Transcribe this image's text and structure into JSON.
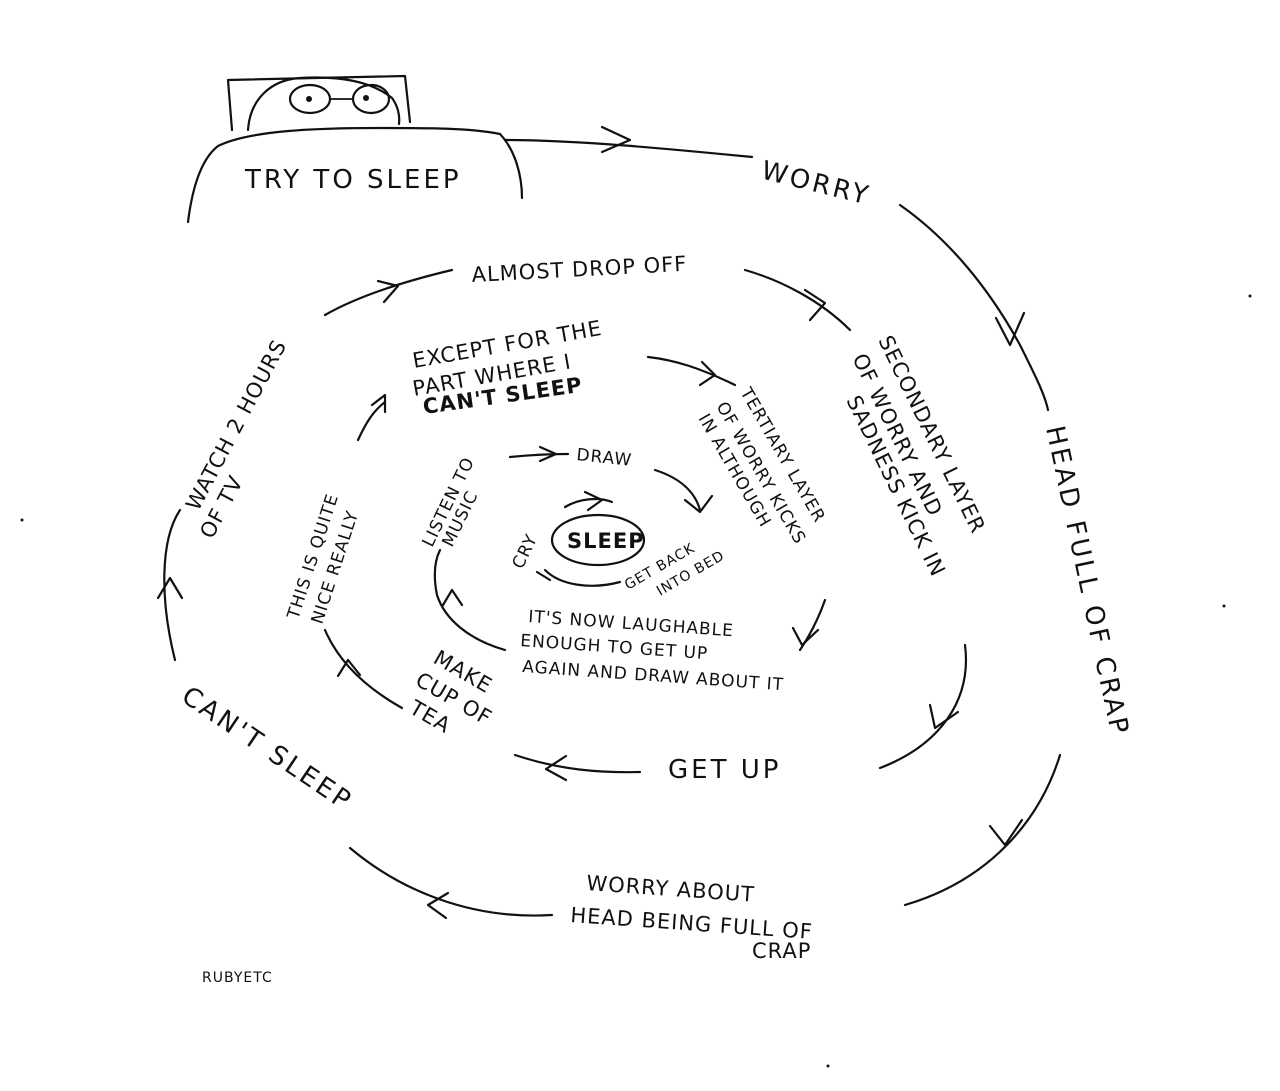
{
  "outer_loop": {
    "try_to_sleep": "TRY TO SLEEP",
    "worry": "WORRY",
    "head_full_of_crap": "HEAD FULL OF CRAP",
    "worry_about_line1": "WORRY ABOUT",
    "worry_about_line2": "HEAD BEING FULL OF",
    "worry_about_line3": "CRAP",
    "cant_sleep": "CAN'T SLEEP",
    "watch_tv_line1": "WATCH 2 HOURS",
    "watch_tv_line2": "OF TV"
  },
  "second_loop": {
    "almost_drop_off": "ALMOST DROP OFF",
    "secondary_line1": "SECONDARY LAYER",
    "secondary_line2": "OF WORRY AND",
    "secondary_line3": "SADNESS KICK IN",
    "get_up": "GET UP",
    "make_tea_line1": "MAKE",
    "make_tea_line2": "CUP OF",
    "make_tea_line3": "TEA",
    "nice_line1": "THIS IS QUITE",
    "nice_line2": "NICE REALLY",
    "except_line1": "EXCEPT FOR THE",
    "except_line2": "PART WHERE I",
    "except_line3": "CAN'T SLEEP"
  },
  "third_loop": {
    "tertiary_line1": "TERTIARY LAYER",
    "tertiary_line2": "OF WORRY KICKS",
    "tertiary_line3": "IN ALTHOUGH",
    "laughable_line1": "IT'S NOW LAUGHABLE",
    "laughable_line2": "ENOUGH TO GET UP",
    "laughable_line3": "AGAIN AND DRAW ABOUT IT",
    "listen_line1": "LISTEN TO",
    "listen_line2": "MUSIC",
    "draw": "DRAW"
  },
  "inner_loop": {
    "get_back_line1": "GET BACK",
    "get_back_line2": "INTO BED",
    "cry": "CRY",
    "sleep": "SLEEP"
  },
  "signature": "RUBYETC"
}
